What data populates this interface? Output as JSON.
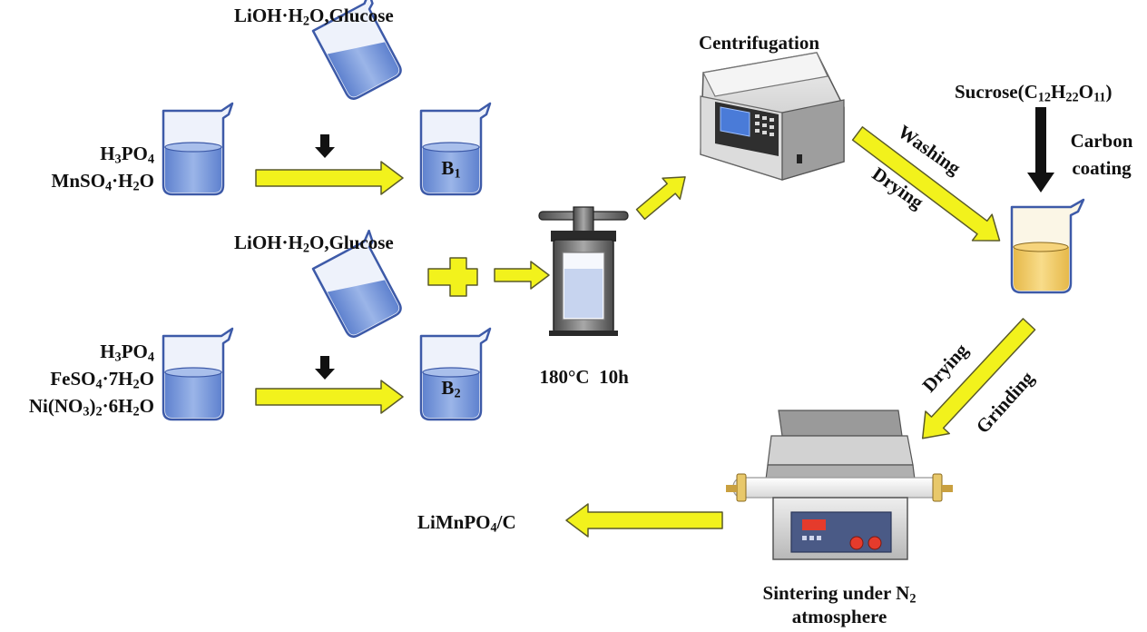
{
  "labels": {
    "top_reagent_1": "LiOH·H2O,Glucose",
    "top_reagent_2": "LiOH·H2O,Glucose",
    "group1": [
      "H3PO4",
      "MnSO4·H2O"
    ],
    "group2": [
      "H3PO4",
      "FeSO4·7H2O",
      "Ni(NO3)2·6H2O"
    ],
    "beaker_b1": "B1",
    "beaker_b2": "B2",
    "autoclave_condition": "180°C  10h",
    "centrifugation": "Centrifugation",
    "washing": "Washing",
    "drying_1": "Drying",
    "sucrose": "Sucrose(C12H22O11)",
    "carbon_coating": [
      "Carbon",
      "coating"
    ],
    "drying_2": "Drying",
    "grinding": "Grinding",
    "sintering": [
      "Sintering under N2",
      "atmosphere"
    ],
    "product": "LiMnPO4/C"
  },
  "colors": {
    "arrow_fill": "#f2f21c",
    "liquid_blue": "#7f9fde",
    "liquid_yellow": "#f2cc6a",
    "glass": "#e6ecf8",
    "outline": "#3d5aa8"
  }
}
